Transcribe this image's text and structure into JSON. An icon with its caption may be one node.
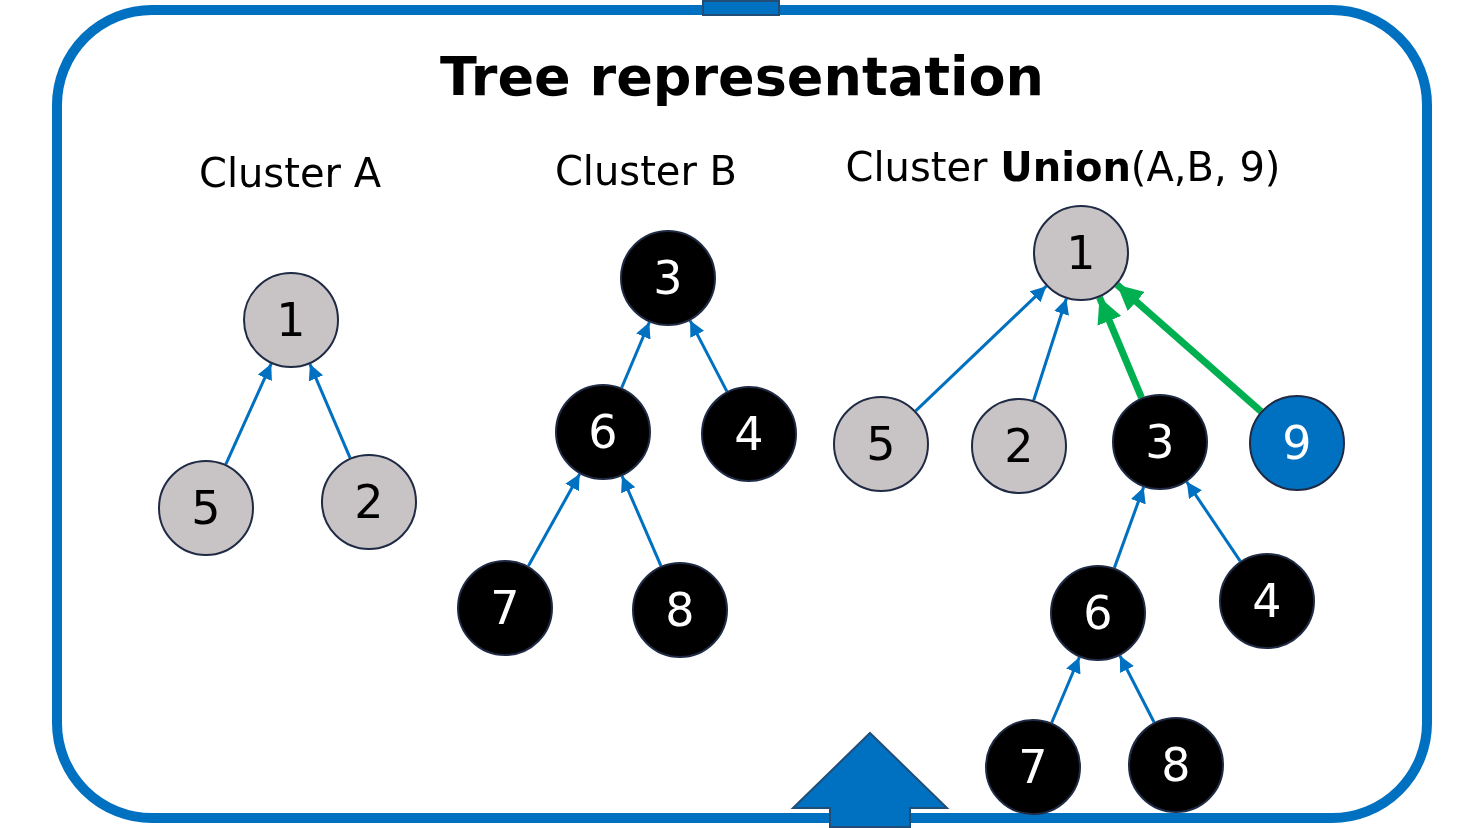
{
  "diagram": {
    "labels": [
      "Cluster A",
      "Cluster B",
      "Cluster **Union**(A,B, 9)"
    ],
    "nodes": [
      {
        "text": [
          "Tree representation"
        ]
      },
      {
        "text": [
          "1"
        ],
        "in": 0
      },
      {
        "text": [
          "5"
        ],
        "in": 0
      },
      {
        "text": [
          "2"
        ],
        "in": 0
      },
      {
        "text": [
          "3"
        ],
        "in": 0
      },
      {
        "text": [
          "6"
        ],
        "in": 0
      },
      {
        "text": [
          "4"
        ],
        "in": 0
      },
      {
        "text": [
          "7"
        ],
        "in": 0
      },
      {
        "text": [
          "8"
        ],
        "in": 0
      },
      {
        "text": [
          "1"
        ],
        "in": 0
      },
      {
        "text": [
          "5"
        ],
        "in": 0
      },
      {
        "text": [
          "2"
        ],
        "in": 0
      },
      {
        "text": [
          "3"
        ],
        "in": 0
      },
      {
        "text": [
          "9"
        ],
        "in": 0
      },
      {
        "text": [
          "6"
        ],
        "in": 0
      },
      {
        "text": [
          "4"
        ],
        "in": 0
      },
      {
        "text": [
          "7"
        ],
        "in": 0
      },
      {
        "text": [
          "8"
        ],
        "in": 0
      },
      {
        "text": [],
        "shape": "box"
      }
    ],
    "edges": [
      {
        "from": 2,
        "to": 1,
        "arrow": "to"
      },
      {
        "from": 3,
        "to": 1,
        "arrow": "to"
      },
      {
        "from": 5,
        "to": 4,
        "arrow": "to"
      },
      {
        "from": 6,
        "to": 4,
        "arrow": "to"
      },
      {
        "from": 7,
        "to": 5,
        "arrow": "to"
      },
      {
        "from": 8,
        "to": 5,
        "arrow": "to"
      },
      {
        "from": 10,
        "to": 9,
        "arrow": "to"
      },
      {
        "from": 11,
        "to": 9,
        "arrow": "to"
      },
      {
        "from": 12,
        "to": 9,
        "arrow": "to",
        "style": "thick",
        "color": "#00b050"
      },
      {
        "from": 13,
        "to": 9,
        "arrow": "to",
        "style": "thick",
        "color": "#00b050"
      },
      {
        "from": 14,
        "to": 12,
        "arrow": "to"
      },
      {
        "from": 15,
        "to": 12,
        "arrow": "to"
      },
      {
        "from": 16,
        "to": 14,
        "arrow": "to"
      },
      {
        "from": 17,
        "to": 14,
        "arrow": "to"
      }
    ]
  }
}
